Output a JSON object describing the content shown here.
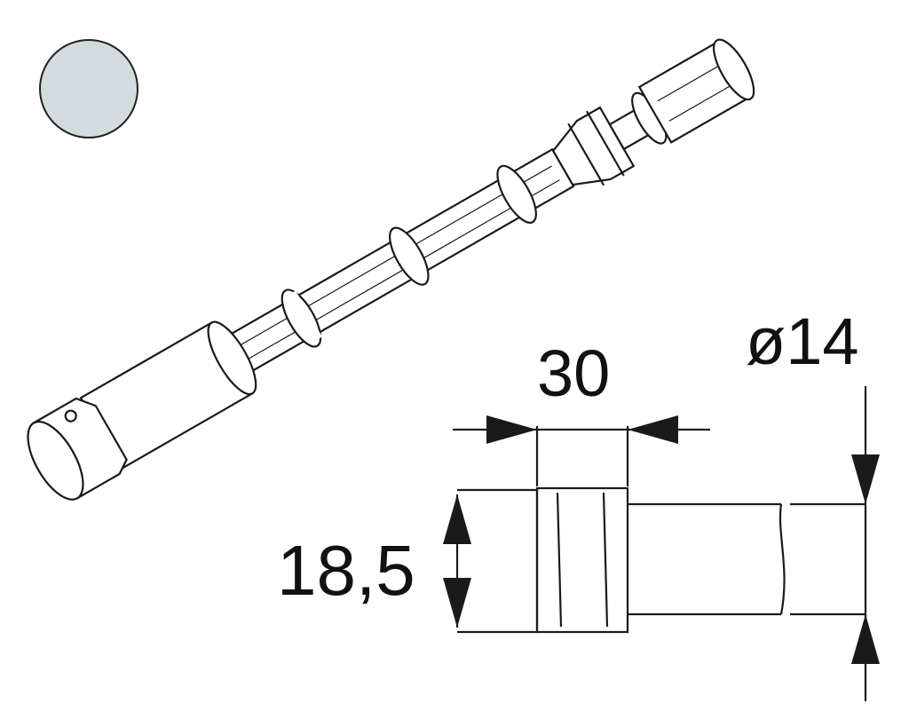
{
  "colors": {
    "swatch": "#d3dbdf",
    "line": "#1a1a1a"
  },
  "dimensions": {
    "length": "30",
    "diameter": "ø14",
    "height": "18,5"
  }
}
